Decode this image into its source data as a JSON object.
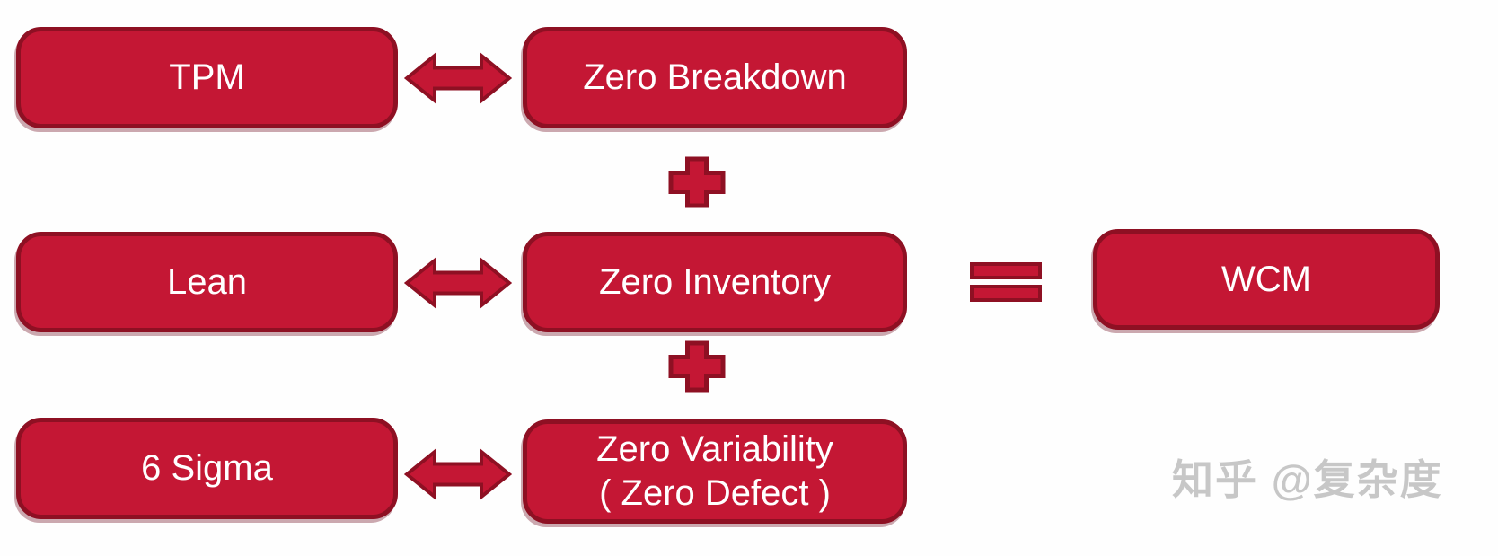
{
  "colors": {
    "box_fill": "#C41734",
    "box_border": "#8E1023",
    "box_text": "#FFFFFF",
    "watermark_text": "#C7C7C7",
    "page_bg": "#FEFEFE"
  },
  "diagram": {
    "type": "equation-flow",
    "rows": [
      {
        "left": {
          "label": "TPM"
        },
        "relation": "double-arrow",
        "middle": {
          "lines": [
            "Zero Breakdown"
          ]
        }
      },
      {
        "left": {
          "label": "Lean"
        },
        "relation": "double-arrow",
        "middle": {
          "lines": [
            "Zero Inventory"
          ]
        }
      },
      {
        "left": {
          "label": "6 Sigma"
        },
        "relation": "double-arrow",
        "middle": {
          "lines": [
            "Zero Variability",
            "( Zero Defect )"
          ]
        }
      }
    ],
    "operators": {
      "plus": "+",
      "equals": "="
    },
    "result": {
      "label": "WCM"
    }
  },
  "watermark": {
    "text": "知乎 @复杂度"
  }
}
